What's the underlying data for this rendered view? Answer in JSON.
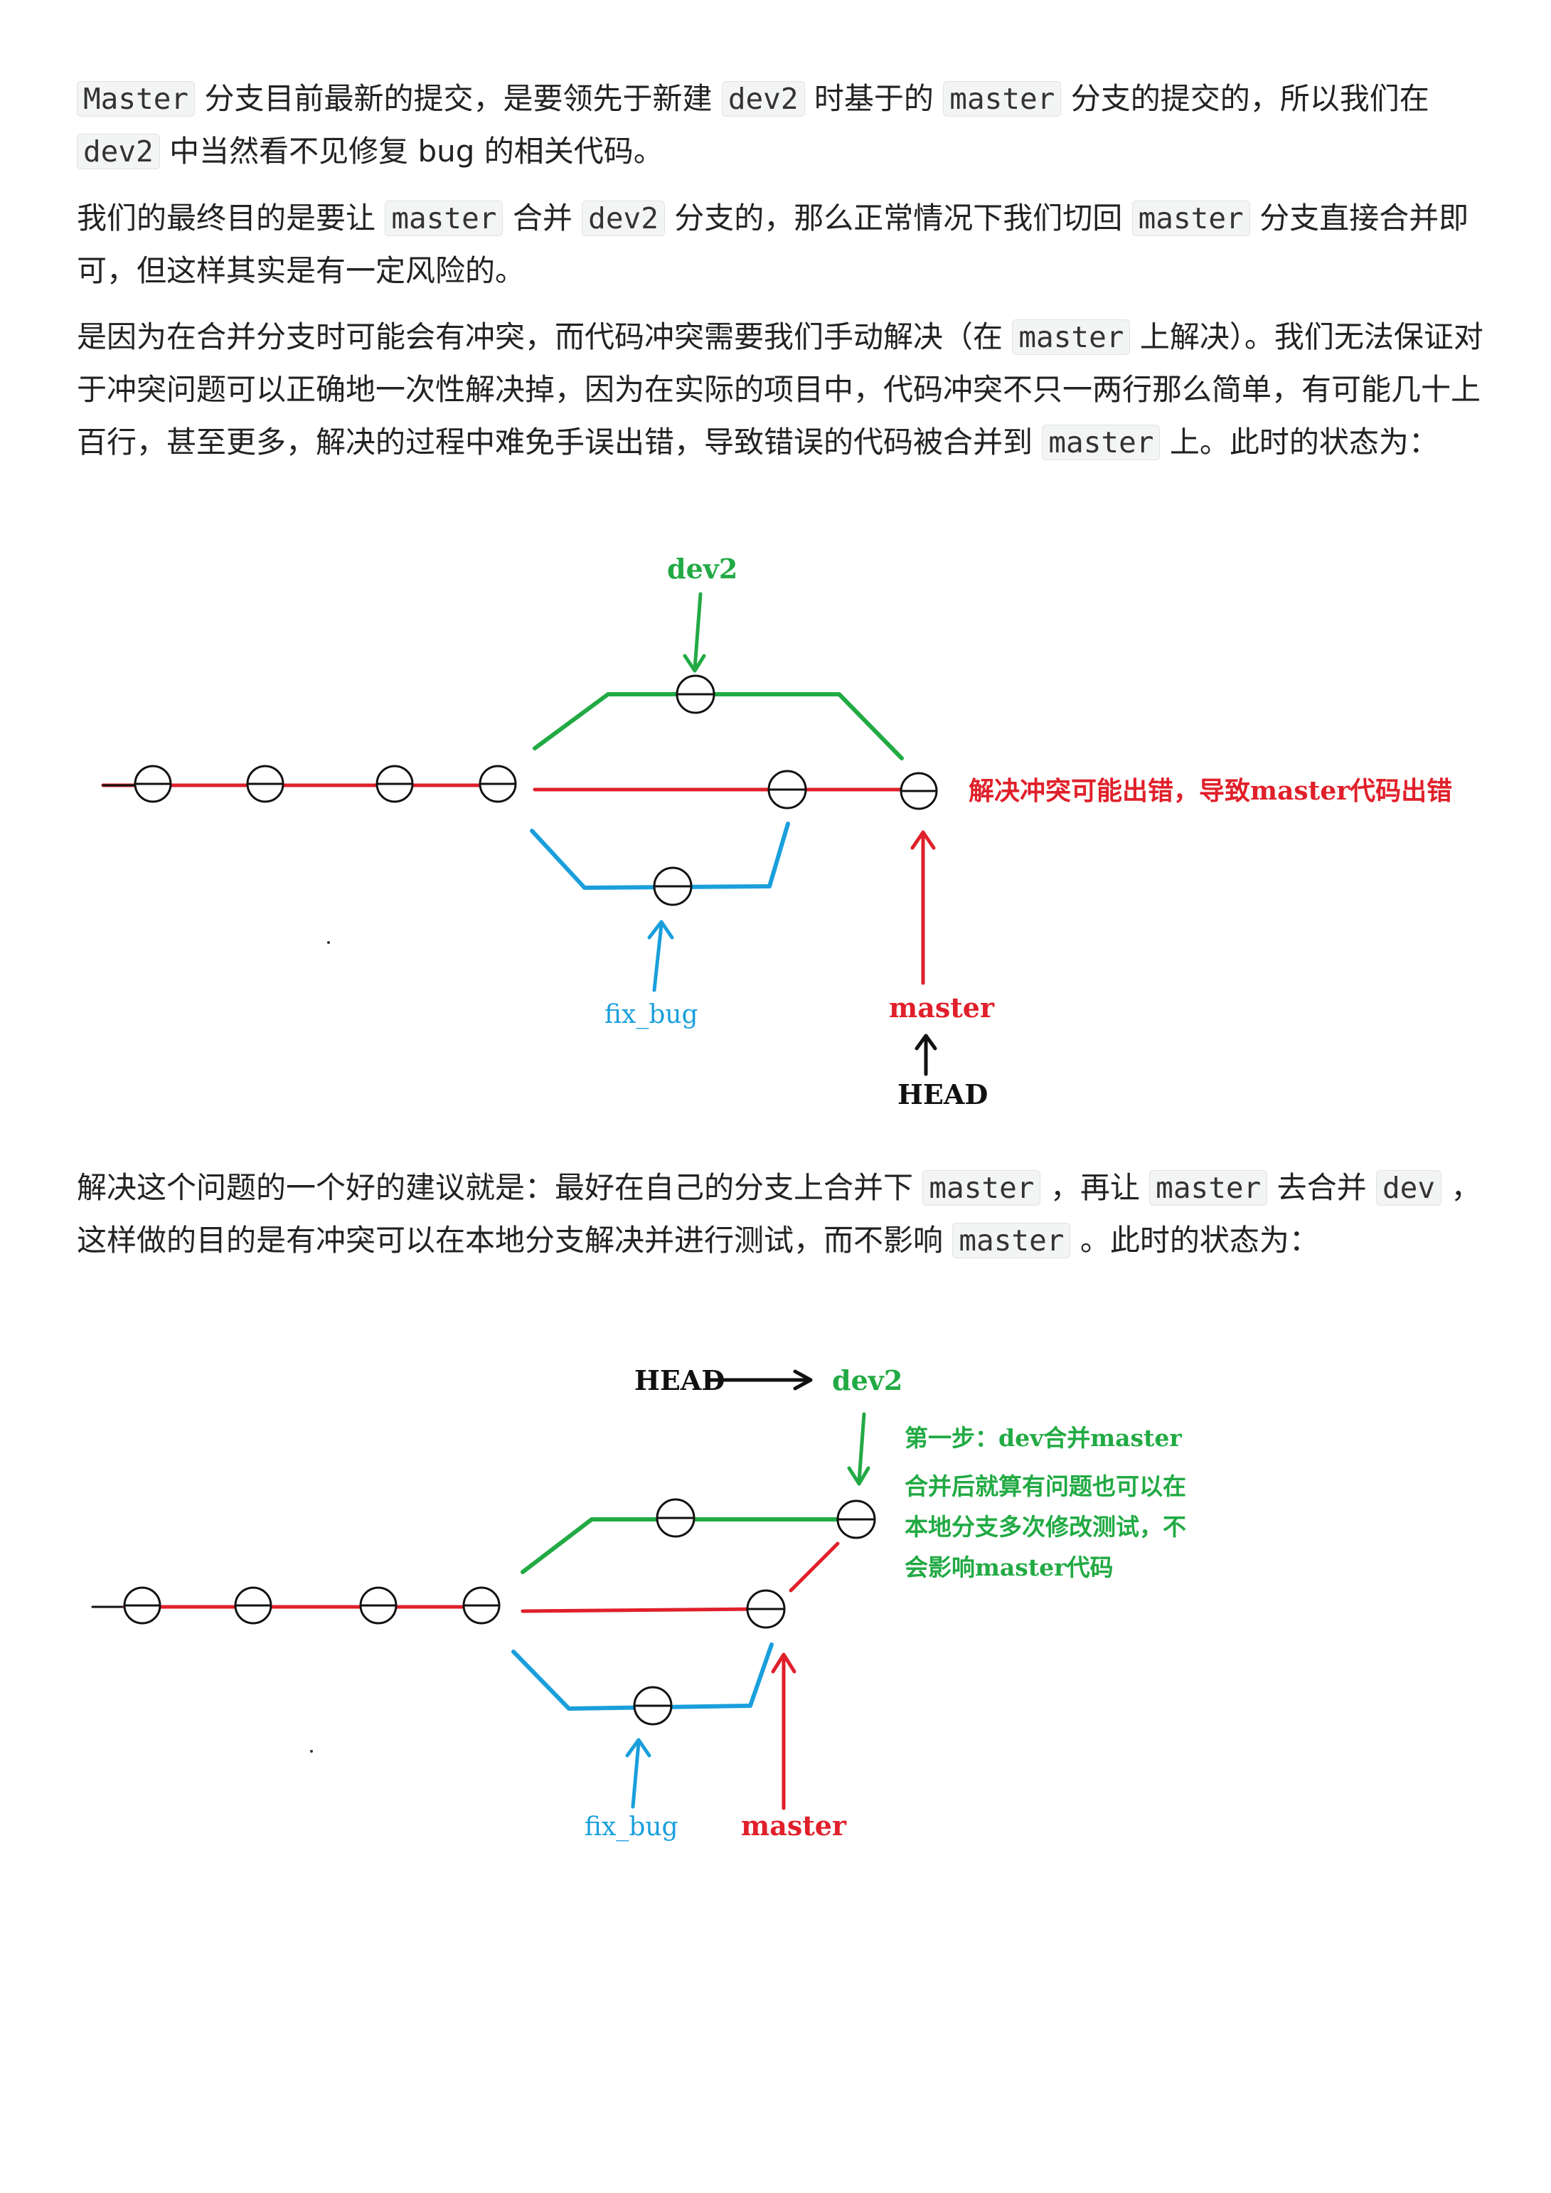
{
  "colors": {
    "green": "#22aa44",
    "red": "#e0202a",
    "blue": "#1a9fdc",
    "black": "#111111",
    "annotation_green": "#22aa44"
  },
  "paragraphs": [
    {
      "segments": [
        {
          "code": "Master"
        },
        {
          "text": " 分支目前最新的提交，是要领先于新建 "
        },
        {
          "code": "dev2"
        },
        {
          "text": " 时基于的 "
        },
        {
          "code": "master"
        },
        {
          "text": " 分支的提交的，所以我们在 "
        },
        {
          "code": "dev2"
        },
        {
          "text": " 中当然看不见修复 bug 的相关代码。"
        }
      ]
    },
    {
      "segments": [
        {
          "text": "我们的最终目的是要让 "
        },
        {
          "code": "master"
        },
        {
          "text": " 合并 "
        },
        {
          "code": "dev2"
        },
        {
          "text": " 分支的，那么正常情况下我们切回 "
        },
        {
          "code": "master"
        },
        {
          "text": " 分支直接合并即可，但这样其实是有一定风险的。"
        }
      ]
    },
    {
      "segments": [
        {
          "text": "是因为在合并分支时可能会有冲突，而代码冲突需要我们手动解决（在 "
        },
        {
          "code": "master"
        },
        {
          "text": " 上解决）。我们无法保证对于冲突问题可以正确地一次性解决掉，因为在实际的项目中，代码冲突不只一两行那么简单，有可能几十上百行，甚至更多，解决的过程中难免手误出错，导致错误的代码被合并到 "
        },
        {
          "code": "master"
        },
        {
          "text": " 上。此时的状态为："
        }
      ]
    },
    {
      "segments": [
        {
          "text": "解决这个问题的一个好的建议就是：最好在自己的分支上合并下 "
        },
        {
          "code": "master"
        },
        {
          "text": " ，再让 "
        },
        {
          "code": "master"
        },
        {
          "text": " 去合并 "
        },
        {
          "code": "dev"
        },
        {
          "text": " ，这样做的目的是有冲突可以在本地分支解决并进行测试，而不影响 "
        },
        {
          "code": "master"
        },
        {
          "text": " 。此时的状态为："
        }
      ]
    }
  ],
  "diagram1": {
    "labels": {
      "dev2": "dev2",
      "fix_bug": "fix_bug",
      "master": "master",
      "head": "HEAD",
      "note": "解决冲突可能出错，导致master代码出错"
    }
  },
  "diagram2": {
    "labels": {
      "head": "HEAD",
      "dev2": "dev2",
      "fix_bug": "fix_bug",
      "master": "master",
      "note_lines": [
        "第一步：dev合并master",
        "合并后就算有问题也可以在",
        "本地分支多次修改测试，不",
        "会影响master代码"
      ]
    }
  }
}
